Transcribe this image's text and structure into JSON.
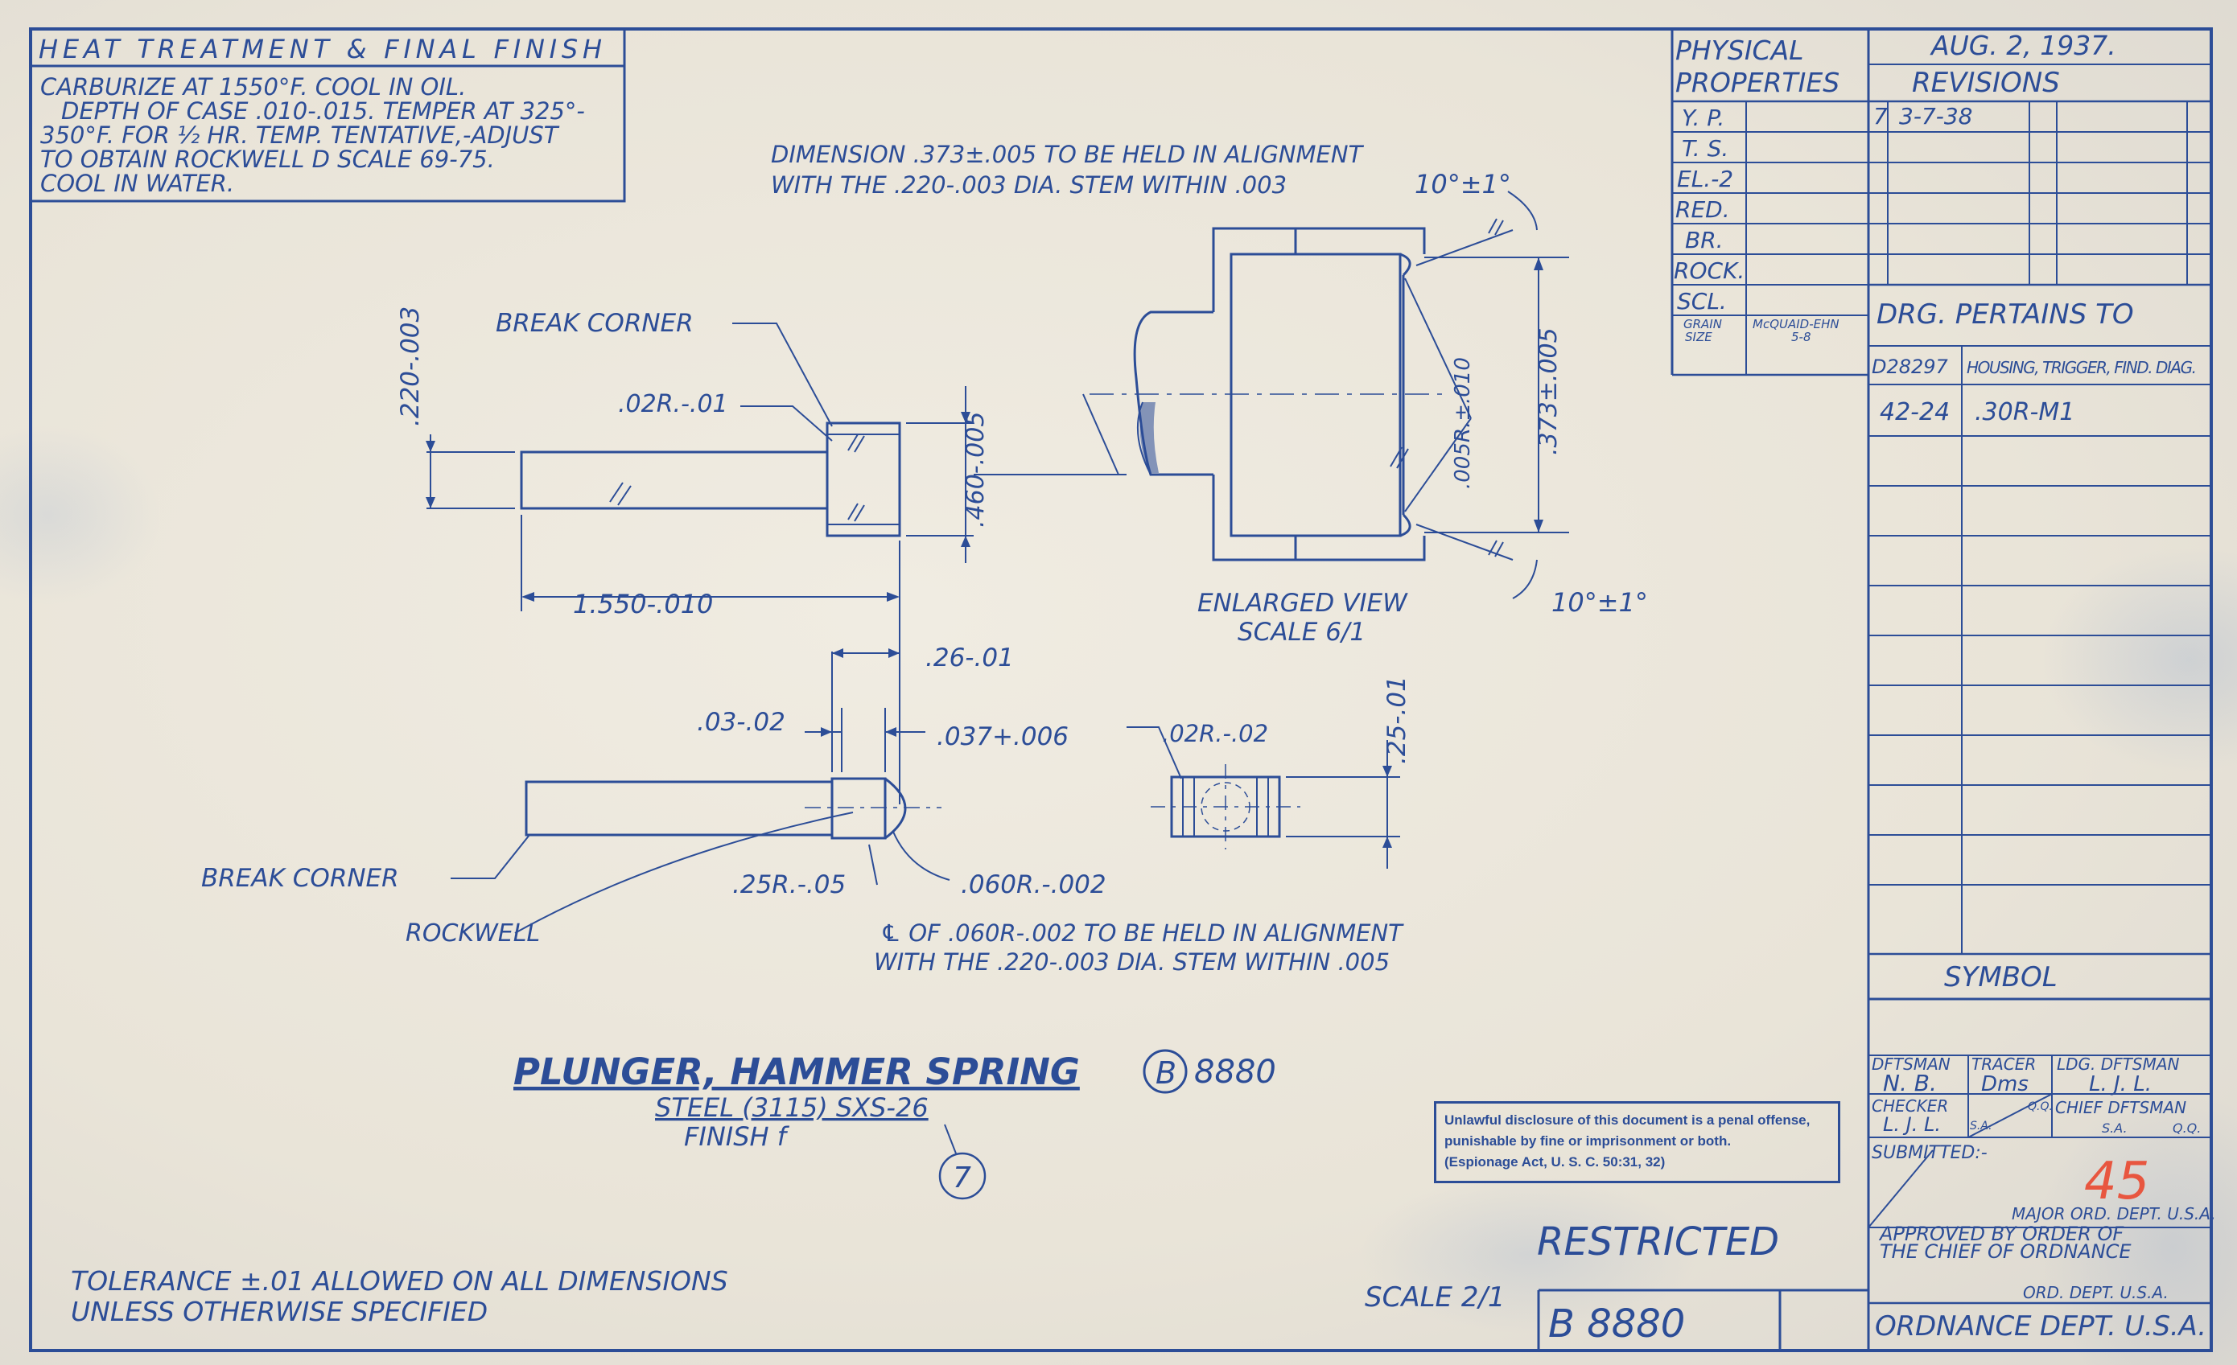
{
  "heat_treatment": {
    "title": "HEAT TREATMENT & FINAL FINISH",
    "lines": [
      "CARBURIZE AT 1550°F.        COOL IN OIL.",
      "DEPTH OF CASE .010-.015.   TEMPER AT 325°-",
      "350°F. FOR ½ HR.  TEMP. TENTATIVE,-ADJUST",
      "TO OBTAIN ROCKWELL D SCALE 69-75.",
      "COOL IN WATER."
    ]
  },
  "physical_properties": {
    "title_line1": "PHYSICAL",
    "title_line2": "PROPERTIES",
    "rows": [
      "Y. P.",
      "T. S.",
      "EL.-2",
      "RED.",
      "BR.",
      "ROCK.",
      "SCL."
    ],
    "grain_size_label_1": "GRAIN",
    "grain_size_label_2": "SIZE",
    "grain_size_value_1": "McQUAID-EHN",
    "grain_size_value_2": "5-8"
  },
  "revisions": {
    "date": "AUG. 2, 1937.",
    "title": "REVISIONS",
    "entry_mark": "7",
    "entry_date": "3-7-38"
  },
  "pertains": {
    "title": "DRG. PERTAINS TO",
    "rows": [
      {
        "drawing": "D28297",
        "description": "HOUSING, TRIGGER, FIND. DIAG."
      },
      {
        "drawing": "42-24",
        "description": ".30R-M1"
      }
    ]
  },
  "symbol_label": "SYMBOL",
  "signatures": {
    "draftsman_label": "DFTSMAN",
    "draftsman_initials": "N. B.",
    "tracer_label": "TRACER",
    "tracer_initials": "Dms",
    "ldg_draftsman_label": "LDG. DFTSMAN",
    "ldg_draftsman_initials": "L. J. L.",
    "checker_label": "CHECKER",
    "checker_initials": "L. J. L.",
    "small_sa": "S.A.",
    "small_qq": "Q.Q.",
    "chief_label": "CHIEF DFTSMAN",
    "chief_sa": "S.A.",
    "chief_qq": "Q.Q."
  },
  "submitted_label": "SUBMITTED:-",
  "sheet_number": "45",
  "approval": {
    "major": "MAJOR ORD. DEPT. U.S.A.",
    "line1": "APPROVED BY ORDER OF",
    "line2": "THE CHIEF OF ORDNANCE",
    "ord_dept": "ORD. DEPT. U.S.A.",
    "footer": "ORDNANCE DEPT. U.S.A."
  },
  "notes": {
    "alignment_note_1_line1": "DIMENSION .373±.005 TO BE HELD IN ALIGNMENT",
    "alignment_note_1_line2": "WITH THE .220-.003 DIA. STEM WITHIN .003",
    "alignment_note_2_line1": "℄ OF .060R-.002 TO BE HELD IN ALIGNMENT",
    "alignment_note_2_line2": "WITH THE .220-.003 DIA. STEM WITHIN .005",
    "tolerance_line1": "TOLERANCE ±.01 ALLOWED ON ALL DIMENSIONS",
    "tolerance_line2": "UNLESS OTHERWISE SPECIFIED"
  },
  "dimensions": {
    "break_corner_top": "BREAK CORNER",
    "stem_dia": ".220-.003",
    "corner_radius_top": ".02R.-.01",
    "head_height": ".460-.005",
    "length": "1.550-.010",
    "head_width": ".26-.01",
    "dim_03": ".03-.02",
    "dim_037": ".037+.006",
    "corner_radius_end": ".02R.-.02",
    "end_width": ".25-.01",
    "break_corner_bottom": "BREAK CORNER",
    "rockwell": "ROCKWELL",
    "radius_25": ".25R.-.05",
    "radius_060": ".060R.-.002",
    "angle_top": "10°±1°",
    "angle_bottom": "10°±1°",
    "radius_005": ".005R.±.010",
    "dim_373": ".373±.005"
  },
  "enlarged_view": {
    "title": "ENLARGED VIEW",
    "scale": "SCALE 6/1"
  },
  "part": {
    "name": "PLUNGER, HAMMER SPRING",
    "symbol_letter": "B",
    "number": "8880",
    "material": "STEEL (3115) SXS-26",
    "finish": "FINISH f",
    "revision_balloon": "7"
  },
  "restricted": "RESTRICTED",
  "notice": {
    "line1": "Unlawful disclosure of this document is a penal offense,",
    "line2": "punishable by fine or imprisonment or both.",
    "line3": "(Espionage Act, U. S. C. 50:31, 32)"
  },
  "drawing_scale": "SCALE 2/1",
  "drawing_number": "B 8880",
  "colors": {
    "ink": "#2c4d97",
    "paper": "#ebe7dc",
    "red_pencil": "#e8563f"
  }
}
